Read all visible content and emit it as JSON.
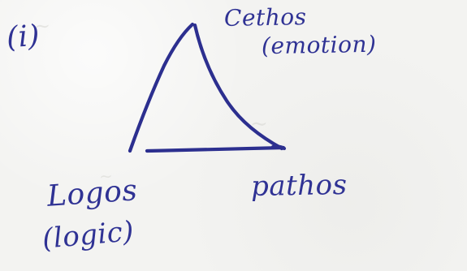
{
  "diagram": {
    "marker": "(i)",
    "labels": {
      "top": "Cethos",
      "top_sub": "(emotion)",
      "left": "Logos",
      "left_sub": "(logic)",
      "right": "pathos"
    },
    "colors": {
      "ink": "#2c2f8f",
      "paper": "#f3f3f1"
    }
  }
}
